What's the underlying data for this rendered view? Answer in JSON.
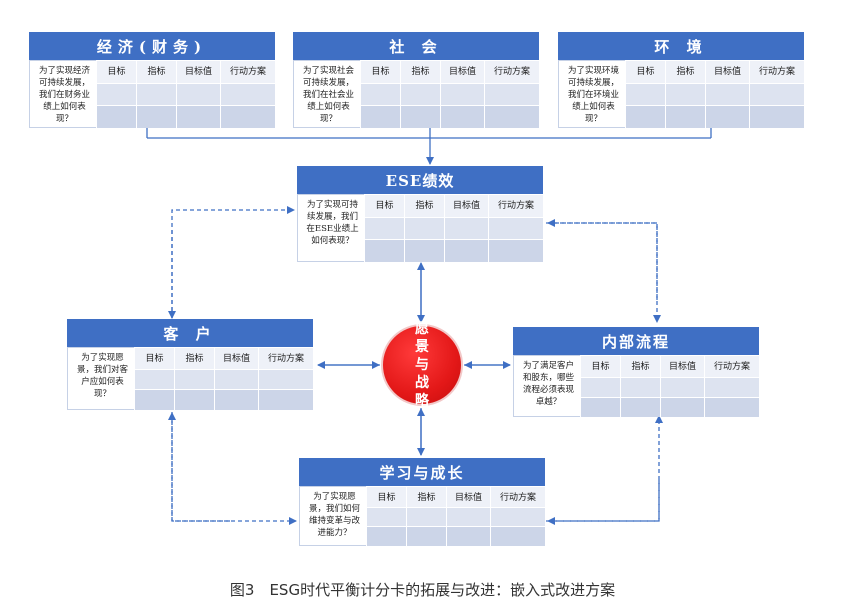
{
  "column_headers": [
    "目标",
    "指标",
    "目标值",
    "行动方案"
  ],
  "cards": {
    "economic": {
      "title": "经济(财务)",
      "question": "为了实现经济可持续发展，我们在财务业绩上如何表现？"
    },
    "social": {
      "title": "社 会",
      "question": "为了实现社会可持续发展，我们在社会业绩上如何表现？"
    },
    "environment": {
      "title": "环 境",
      "question": "为了实现环境可持续发展，我们在环境业绩上如何表现？"
    },
    "ese": {
      "title": "ESE绩效",
      "question": "为了实现可持续发展，我们在ESE业绩上如何表现？"
    },
    "customer": {
      "title": "客 户",
      "question": "为了实现愿景，我们对客户应如何表现？"
    },
    "process": {
      "title": "内部流程",
      "question": "为了满足客户和股东，哪些流程必须表现卓越？"
    },
    "learning": {
      "title": "学习与成长",
      "question": "为了实现愿景，我们如何维持变革与改进能力？"
    }
  },
  "center": {
    "text": "愿景与战略"
  },
  "caption": "图3　ESG时代平衡计分卡的拓展与改进：嵌入式改进方案",
  "colors": {
    "header": "#3f6fc4",
    "line": "#3f6fc4",
    "center": "#e31818"
  }
}
